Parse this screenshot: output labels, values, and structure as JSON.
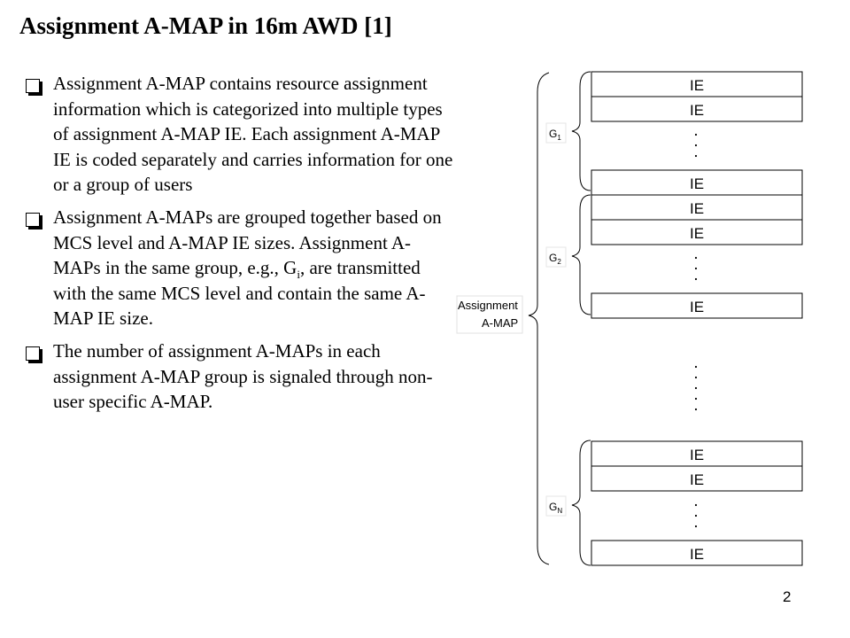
{
  "slide": {
    "title": "Assignment A-MAP in 16m AWD [1]",
    "page_number": "2"
  },
  "bullets": [
    {
      "text": "Assignment A-MAP contains resource assignment information which is categorized into multiple types of assignment A-MAP IE. Each assignment A-MAP IE is coded separately and carries information for one or a group of users"
    },
    {
      "text_before": "Assignment A-MAPs are grouped together based on MCS level and A-MAP IE sizes. Assignment A-MAPs in the same group, e.g., G",
      "subscript": "i",
      "text_after": ", are transmitted with the same MCS level and contain the same A-MAP IE size."
    },
    {
      "text": "The number of assignment A-MAPs in each assignment A-MAP group is signaled through non-user specific A-MAP."
    }
  ],
  "diagram": {
    "root_label_line1": "Assignment",
    "root_label_line2": "A-MAP",
    "ie_label": "IE",
    "groups": [
      {
        "name": "G",
        "sub": "1"
      },
      {
        "name": "G",
        "sub": "2"
      },
      {
        "name": "G",
        "sub": "N"
      }
    ]
  }
}
